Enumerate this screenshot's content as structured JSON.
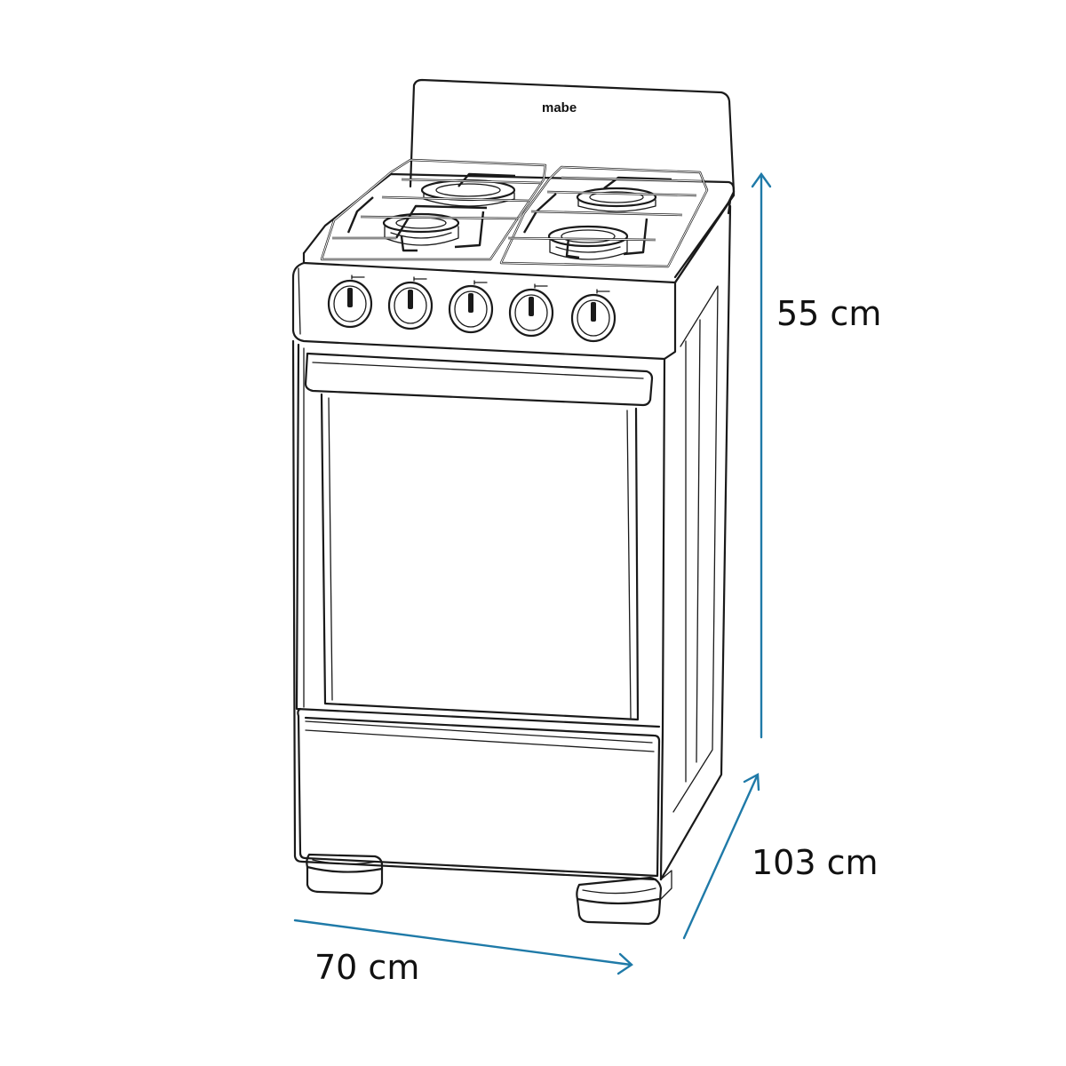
{
  "product": {
    "brand": "mabe"
  },
  "dimensions": {
    "height_label": "55 cm",
    "depth_label": "103 cm",
    "width_label": "70 cm",
    "arrow_color": "#1f7aa8"
  },
  "knobs": {
    "count": 5
  },
  "burners": {
    "count": 4
  }
}
